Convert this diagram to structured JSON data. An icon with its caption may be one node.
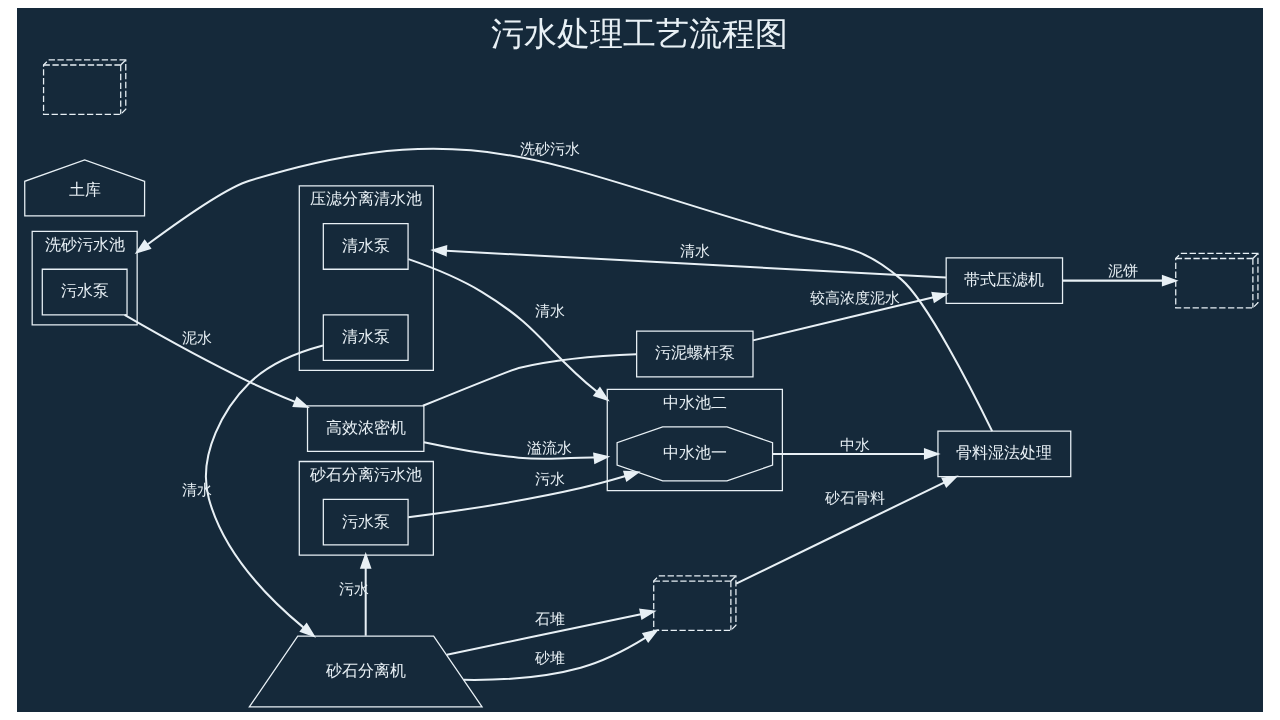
{
  "diagram": {
    "title": "污水处理工艺流程图",
    "nodes": [
      {
        "text": [
          "骨料湿法处理"
        ]
      },
      {
        "text": [
          "高效浓密机"
        ]
      },
      {
        "text": [
          "污泥螺杆泵"
        ]
      },
      {
        "text": [
          "带式压滤机"
        ]
      },
      {
        "text": [],
        "shape": "picture"
      },
      {
        "text": [
          "土库"
        ]
      },
      {
        "text": [
          "压滤分离清水池"
        ]
      },
      {
        "text": [
          "清水泵"
        ],
        "in": 6
      },
      {
        "text": [
          "清水泵"
        ],
        "in": 6
      },
      {
        "text": [
          "砂石分离机"
        ]
      },
      {
        "text": [
          "中水池二"
        ]
      },
      {
        "text": [
          "中水池一"
        ],
        "in": 10
      },
      {
        "text": [
          "洗砂污水池"
        ]
      },
      {
        "text": [
          "污水泵"
        ],
        "in": 12
      },
      {
        "text": [],
        "shape": "picture"
      },
      {
        "text": [],
        "shape": "picture"
      },
      {
        "text": [
          "砂石分离污水池"
        ]
      },
      {
        "text": [
          "污水泵"
        ],
        "in": 16
      }
    ],
    "edges": [
      {
        "from": 15,
        "to": 0,
        "arrow": "to",
        "label": "砂石骨料"
      },
      {
        "from": 0,
        "to": 12,
        "arrow": "to",
        "label": "洗砂污水"
      },
      {
        "from": 13,
        "to": 1,
        "arrow": "to",
        "label": "泥水"
      },
      {
        "from": 1,
        "to": 2,
        "arrow": "none"
      },
      {
        "from": 2,
        "to": 3,
        "arrow": "to",
        "label": "较高浓度泥水"
      },
      {
        "from": 3,
        "to": 4,
        "arrow": "to",
        "label": "泥饼"
      },
      {
        "from": 3,
        "to": 6,
        "arrow": "to",
        "label": "清水"
      },
      {
        "from": 8,
        "to": 9,
        "arrow": "to",
        "label": "清水"
      },
      {
        "from": 1,
        "to": 10,
        "arrow": "to",
        "label": "溢流水"
      },
      {
        "from": 7,
        "to": 10,
        "arrow": "to",
        "label": "清水"
      },
      {
        "from": 11,
        "to": 0,
        "arrow": "to",
        "label": "中水"
      },
      {
        "from": 9,
        "to": 16,
        "arrow": "to",
        "label": "污水"
      },
      {
        "from": 17,
        "to": 11,
        "arrow": "to",
        "label": "污水"
      },
      {
        "from": 9,
        "to": 15,
        "arrow": "to",
        "label": "石堆"
      },
      {
        "from": 9,
        "to": 15,
        "arrow": "to",
        "label": "砂堆"
      }
    ]
  }
}
